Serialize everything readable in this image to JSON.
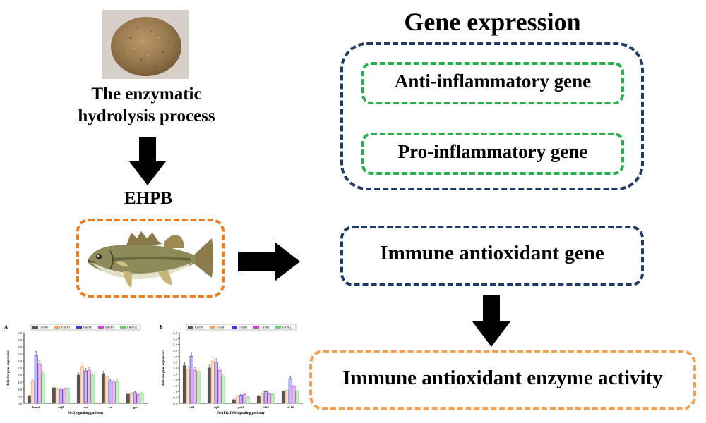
{
  "left": {
    "process_line1": "The enzymatic",
    "process_line2": "hydrolysis process",
    "ehpb_label": "EHPB"
  },
  "right": {
    "gene_expression_title": "Gene expression",
    "anti_inflammatory": "Anti-inflammatory gene",
    "pro_inflammatory": "Pro-inflammatory gene",
    "immune_antioxidant_gene": "Immune antioxidant gene",
    "enzyme_activity": "Immune antioxidant enzyme activity"
  },
  "colors": {
    "navy": "#1f3a66",
    "green": "#22b04b",
    "orange": "#f07c1e",
    "light_orange": "#f4a050"
  },
  "chart_data": [
    {
      "type": "bar",
      "panel": "A",
      "xlabel": "Nrf2 signaling pathway",
      "ylabel": "Relative gene expression",
      "categories": [
        "keap1",
        "nrf2",
        "sod",
        "cat",
        "gpx"
      ],
      "ylim": [
        0,
        5.0
      ],
      "yticks": [
        0.0,
        0.5,
        1.0,
        1.5,
        2.0,
        2.5,
        3.0,
        3.5,
        4.0,
        4.5,
        5.0
      ],
      "series": [
        {
          "name": "EHPB0",
          "color": "#555555",
          "values": [
            0.5,
            1.1,
            2.0,
            2.1,
            0.65
          ]
        },
        {
          "name": "EHPB3",
          "color": "#f4a460",
          "values": [
            1.55,
            1.0,
            2.6,
            1.9,
            0.7
          ]
        },
        {
          "name": "EHPB6",
          "color": "#3b3bd9",
          "values": [
            3.4,
            0.95,
            2.3,
            1.6,
            0.75
          ]
        },
        {
          "name": "EHPB9",
          "color": "#d63fd6",
          "values": [
            2.8,
            1.0,
            2.35,
            1.5,
            0.6
          ]
        },
        {
          "name": "EHPB12",
          "color": "#5cd65c",
          "values": [
            2.1,
            1.05,
            2.0,
            1.55,
            0.7
          ]
        }
      ]
    },
    {
      "type": "bar",
      "panel": "B",
      "xlabel": "MAPK/JNK signaling pathway",
      "ylabel": "Relative gene expression",
      "categories": [
        "erk1",
        "atf6",
        "jnk1",
        "jnk2",
        "nf-kb"
      ],
      "ylim": [
        0,
        6.0
      ],
      "yticks": [
        0.0,
        0.5,
        1.0,
        1.5,
        2.0,
        2.5,
        3.0,
        3.5,
        4.0,
        4.5,
        5.0,
        5.5,
        6.0
      ],
      "series": [
        {
          "name": "EHPB0",
          "color": "#555555",
          "values": [
            3.2,
            3.0,
            0.3,
            0.6,
            1.0
          ]
        },
        {
          "name": "EHPB3",
          "color": "#f4a460",
          "values": [
            2.9,
            3.6,
            0.6,
            0.8,
            1.1
          ]
        },
        {
          "name": "EHPB6",
          "color": "#3b3bd9",
          "values": [
            4.0,
            3.5,
            0.7,
            1.0,
            2.1
          ]
        },
        {
          "name": "EHPB9",
          "color": "#d63fd6",
          "values": [
            2.8,
            2.8,
            0.75,
            0.8,
            1.4
          ]
        },
        {
          "name": "EHPB12",
          "color": "#5cd65c",
          "values": [
            2.7,
            2.3,
            0.5,
            0.75,
            1.05
          ]
        }
      ]
    }
  ]
}
